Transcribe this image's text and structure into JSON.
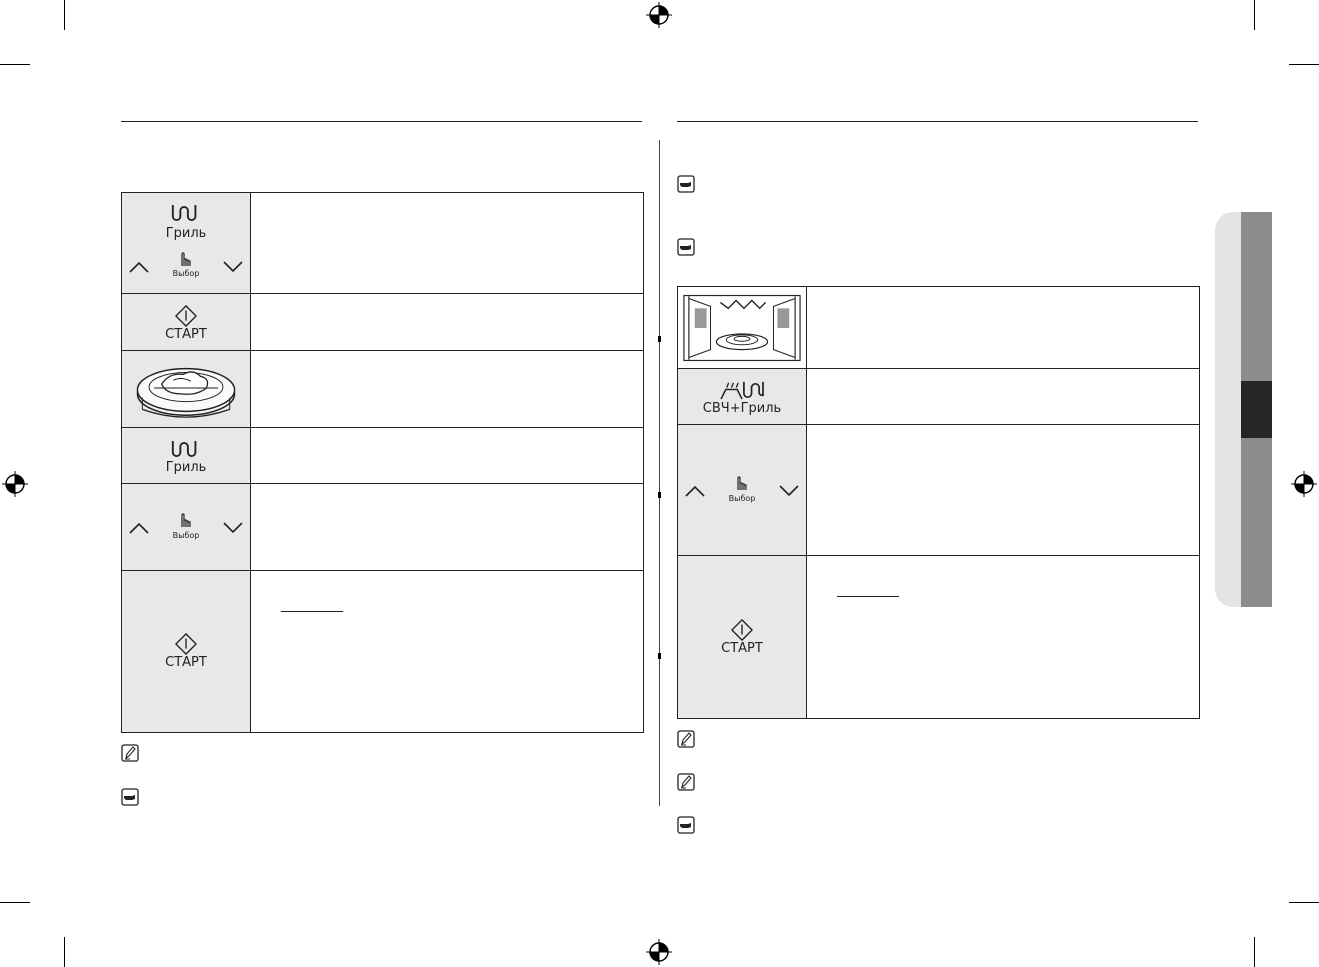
{
  "controls": {
    "grill": "Гриль",
    "select": "Выбор",
    "start": "СТАРТ",
    "combo": "СВЧ+Гриль"
  },
  "icons": {
    "grill": "grill-heating-coil-icon",
    "select": "pointing-finger-icon",
    "start": "start-diamond-icon",
    "up": "chevron-up-icon",
    "down": "chevron-down-icon",
    "note": "pencil-note-icon",
    "important": "pointing-hand-icon",
    "turntable": "turntable-with-food-illustration",
    "oven_cavity": "oven-cavity-illustration"
  },
  "colors": {
    "icon_cell_bg": "#e8e8e8",
    "side_tab_light": "#e4e4e4",
    "side_tab_dark": "#8c8c8c",
    "side_tab_active": "#262626"
  }
}
